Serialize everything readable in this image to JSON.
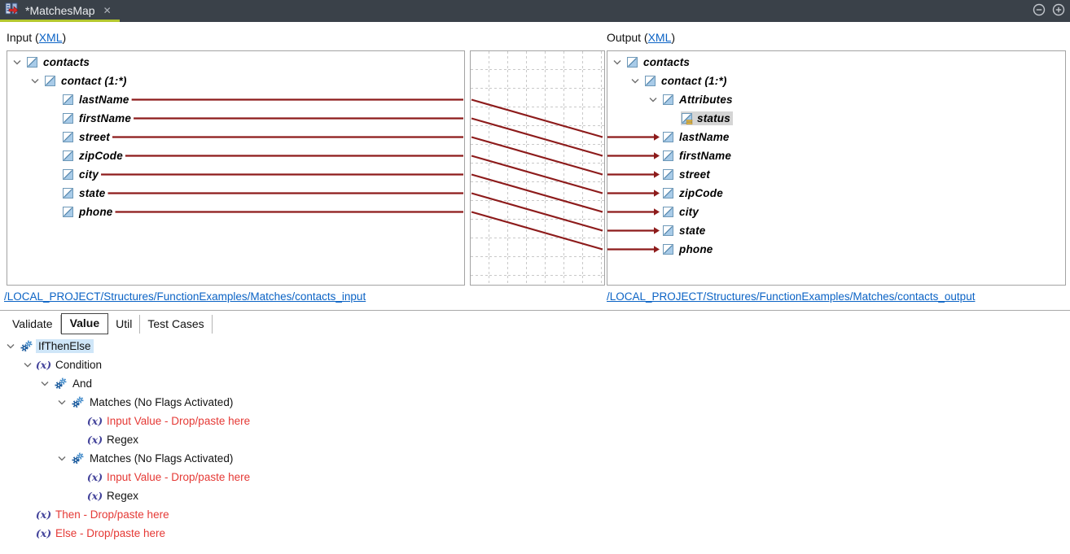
{
  "titlebar": {
    "tab_label": "*MatchesMap",
    "close_glyph": "✕",
    "accent_color": "#b4c72e"
  },
  "header": {
    "input_label": "Input (",
    "input_link": "XML",
    "input_close": ")",
    "output_label": "Output (",
    "output_link": "XML",
    "output_close": ")"
  },
  "input_tree": [
    {
      "label": "contacts",
      "level": 0,
      "expanded": true
    },
    {
      "label": "contact (1:*)",
      "level": 1,
      "expanded": true
    },
    {
      "label": "lastName",
      "level": 2,
      "mapped": true
    },
    {
      "label": "firstName",
      "level": 2,
      "mapped": true
    },
    {
      "label": "street",
      "level": 2,
      "mapped": true
    },
    {
      "label": "zipCode",
      "level": 2,
      "mapped": true
    },
    {
      "label": "city",
      "level": 2,
      "mapped": true
    },
    {
      "label": "state",
      "level": 2,
      "mapped": true
    },
    {
      "label": "phone",
      "level": 2,
      "mapped": true
    }
  ],
  "output_tree": [
    {
      "label": "contacts",
      "level": 0,
      "expanded": true
    },
    {
      "label": "contact (1:*)",
      "level": 1,
      "expanded": true
    },
    {
      "label": "Attributes",
      "level": 2,
      "expanded": true
    },
    {
      "label": "status",
      "level": 3,
      "attribute": true,
      "highlighted": true
    },
    {
      "label": "lastName",
      "level": 2,
      "mapped": true
    },
    {
      "label": "firstName",
      "level": 2,
      "mapped": true
    },
    {
      "label": "street",
      "level": 2,
      "mapped": true
    },
    {
      "label": "zipCode",
      "level": 2,
      "mapped": true
    },
    {
      "label": "city",
      "level": 2,
      "mapped": true
    },
    {
      "label": "state",
      "level": 2,
      "mapped": true
    },
    {
      "label": "phone",
      "level": 2,
      "mapped": true
    }
  ],
  "mappings": [
    {
      "from": "lastName",
      "to": "lastName"
    },
    {
      "from": "firstName",
      "to": "firstName"
    },
    {
      "from": "street",
      "to": "street"
    },
    {
      "from": "zipCode",
      "to": "zipCode"
    },
    {
      "from": "city",
      "to": "city"
    },
    {
      "from": "state",
      "to": "state"
    },
    {
      "from": "phone",
      "to": "phone"
    }
  ],
  "links": {
    "input": "/LOCAL_PROJECT/Structures/FunctionExamples/Matches/contacts_input",
    "output": "/LOCAL_PROJECT/Structures/FunctionExamples/Matches/contacts_output"
  },
  "tabs": [
    {
      "label": "Validate",
      "active": false
    },
    {
      "label": "Value",
      "active": true
    },
    {
      "label": "Util",
      "active": false
    },
    {
      "label": "Test Cases",
      "active": false
    }
  ],
  "function_tree": [
    {
      "label": "IfThenElse",
      "level": 0,
      "icon": "gears",
      "expanded": true,
      "selected": true
    },
    {
      "label": "Condition",
      "level": 1,
      "icon": "fx",
      "expanded": true
    },
    {
      "label": "And",
      "level": 2,
      "icon": "gears",
      "expanded": true
    },
    {
      "label": "Matches (No Flags Activated)",
      "level": 3,
      "icon": "gears",
      "expanded": true
    },
    {
      "label": "Input Value - Drop/paste here",
      "level": 4,
      "icon": "fx",
      "red": true
    },
    {
      "label": "Regex",
      "level": 4,
      "icon": "fx"
    },
    {
      "label": "Matches (No Flags Activated)",
      "level": 3,
      "icon": "gears",
      "expanded": true
    },
    {
      "label": "Input Value - Drop/paste here",
      "level": 4,
      "icon": "fx",
      "red": true
    },
    {
      "label": "Regex",
      "level": 4,
      "icon": "fx"
    },
    {
      "label": "Then - Drop/paste here",
      "level": 1,
      "icon": "fx",
      "red": true
    },
    {
      "label": "Else - Drop/paste here",
      "level": 1,
      "icon": "fx",
      "red": true
    }
  ],
  "colors": {
    "connection_line": "#8d1b1b",
    "red_text": "#e53935",
    "link_blue": "#0b63c5",
    "grid_dash": "#c9c9c9",
    "selection_blue": "#cfe6f8",
    "highlight_gray": "#d5d5d5",
    "titlebar_bg": "#3a4149"
  }
}
